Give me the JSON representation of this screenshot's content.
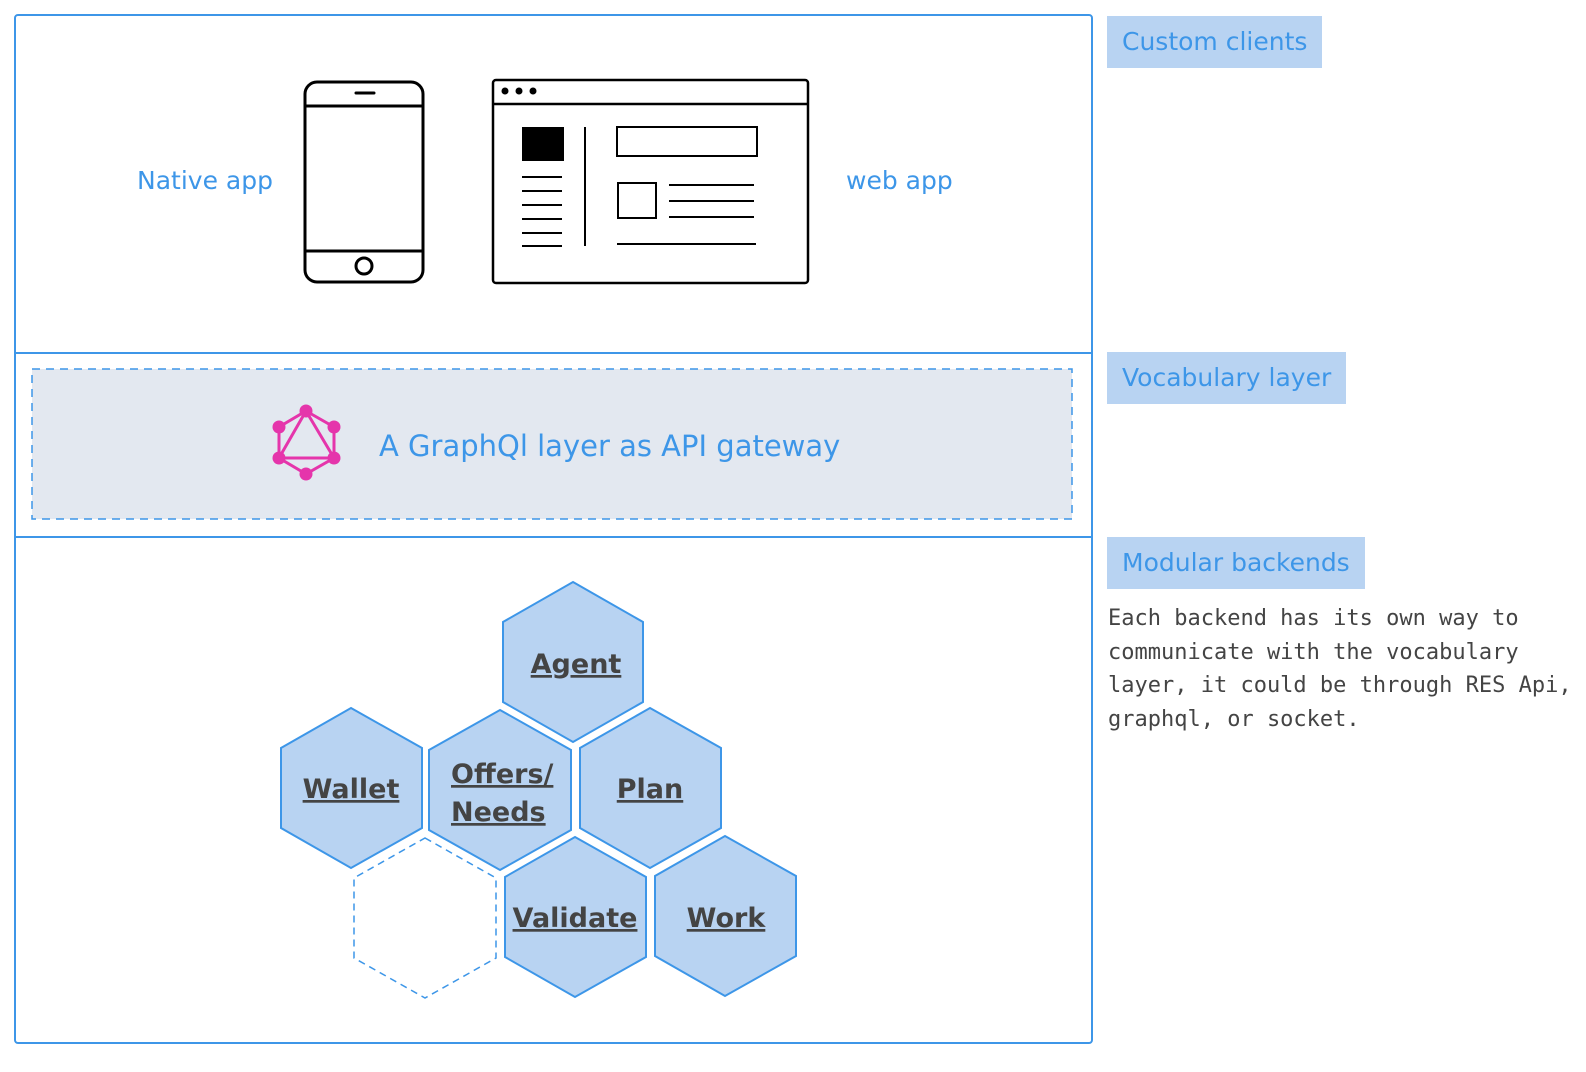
{
  "clients": {
    "native_label": "Native app",
    "web_label": "web app"
  },
  "gateway": {
    "label": "A GraphQl layer as API gateway",
    "logo_color": "#e535ab"
  },
  "backends": {
    "agent": "Agent",
    "wallet": "Wallet",
    "offers_line1": "Offers/",
    "offers_line2": "Needs",
    "plan": "Plan",
    "validate": "Validate",
    "work": "Work"
  },
  "side": {
    "custom_clients": "Custom clients",
    "vocabulary_layer": "Vocabulary layer",
    "modular_backends": "Modular backends",
    "description": "Each backend has its own way to communicate with the vocabulary layer, it could be through RES Api, graphql, or socket."
  },
  "colors": {
    "accent": "#3d96e8",
    "hex_fill": "#b8d3f2",
    "gateway_fill": "#e3e8f0",
    "text_dark": "#444444"
  }
}
